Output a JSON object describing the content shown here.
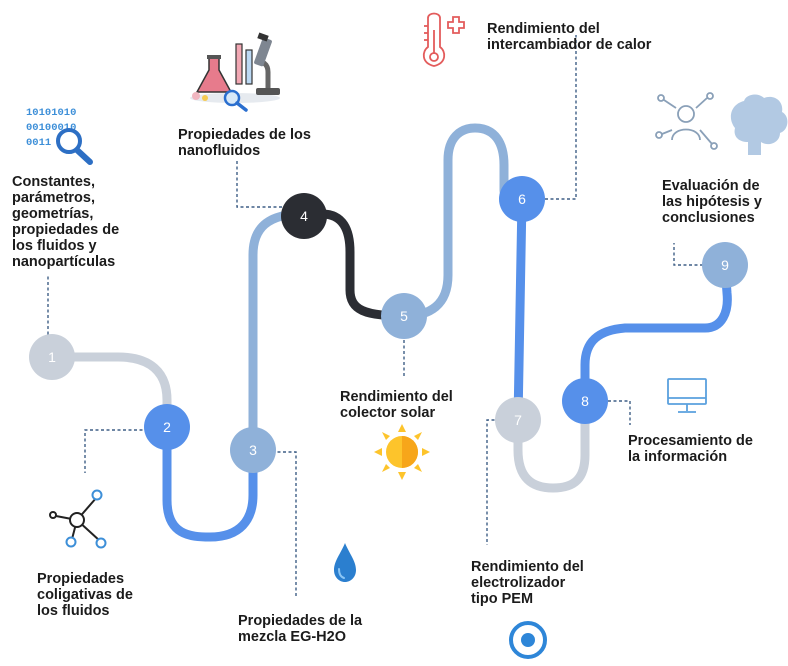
{
  "colors": {
    "light_gray": "#c9d0da",
    "light_blue": "#8fb1d9",
    "bright_blue": "#5690ea",
    "dark": "#2b2d33",
    "connector": "#3f5f86",
    "icon_blue": "#3d8fd8",
    "sun_yellow": "#fdc42b",
    "sun_orange": "#f7a61a",
    "thermo_red": "#e35c5c"
  },
  "icons": {
    "binary_lines": [
      "10101010",
      "00100010",
      "0011"
    ],
    "node1": "binary-magnifier-icon",
    "node2": "molecule-icon",
    "node3": "water-drop-icon",
    "node4": "lab-microscope-icon",
    "node5": "sun-icon",
    "node6": "thermometer-icon",
    "node7": "target-icon",
    "node8": "monitor-icon",
    "node9": "brain-network-icon"
  },
  "steps": [
    {
      "number": "1",
      "label": "Constantes,\nparámetros,\ngeometrías,\npropiedades de\nlos fluidos y\nnanopartículas"
    },
    {
      "number": "2",
      "label": "Propiedades\ncoligativas de\nlos fluidos"
    },
    {
      "number": "3",
      "label": "Propiedades de la\nmezcla EG-H2O"
    },
    {
      "number": "4",
      "label": "Propiedades de los\nnanofluidos"
    },
    {
      "number": "5",
      "label": "Rendimiento del\ncolector solar"
    },
    {
      "number": "6",
      "label": "Rendimiento del\nintercambiador de calor"
    },
    {
      "number": "7",
      "label": "Rendimiento del\nelectrolizador\ntipo PEM"
    },
    {
      "number": "8",
      "label": "Procesamiento de\nla información"
    },
    {
      "number": "9",
      "label": "Evaluación de\nlas hipótesis y\nconclusiones"
    }
  ]
}
